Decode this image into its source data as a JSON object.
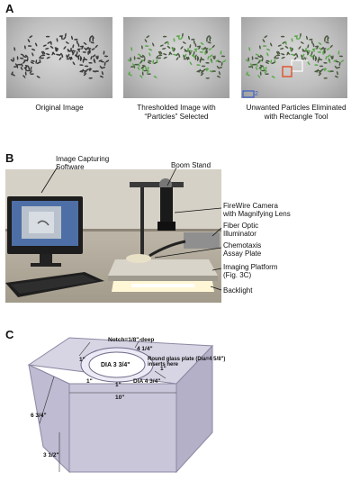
{
  "panelA": {
    "letter": "A",
    "captions": [
      [
        "Original Image"
      ],
      [
        "Thresholded Image with",
        "“Particles” Selected"
      ],
      [
        "Unwanted Particles Eliminated",
        "with Rectangle Tool"
      ]
    ],
    "box_labels": [
      "3",
      "2"
    ]
  },
  "panelB": {
    "letter": "B",
    "labels": {
      "software": [
        "Image Capturing",
        "Software"
      ],
      "boom": "Boom Stand",
      "camera": [
        "FireWire Camera",
        "with Magnifying Lens"
      ],
      "fiber": [
        "Fiber Optic",
        "Illuminator"
      ],
      "plate": [
        "Chemotaxis",
        "Assay Plate"
      ],
      "platform": [
        "Imaging Platform",
        "(Fig. 3C)"
      ],
      "backlight": "Backlight"
    }
  },
  "panelC": {
    "letter": "C",
    "notch": "Notch=1/8\" deep",
    "dim_4_1_4": "4 1/4\"",
    "round_glass": [
      "Round glass plate (Dia=4 5/8\")",
      "inserts here"
    ],
    "dia_inner": "DIA 3 3/4\"",
    "dia_outer": "DIA 4 3/4\"",
    "dim_1a": "1\"",
    "dim_1b": "1\"",
    "dim_1c": "1\"",
    "dim_1d": "1\"",
    "dim_6_3_4": "6 3/4\"",
    "dim_10": "10\"",
    "dim_3_1_2": "3 1/2\""
  }
}
